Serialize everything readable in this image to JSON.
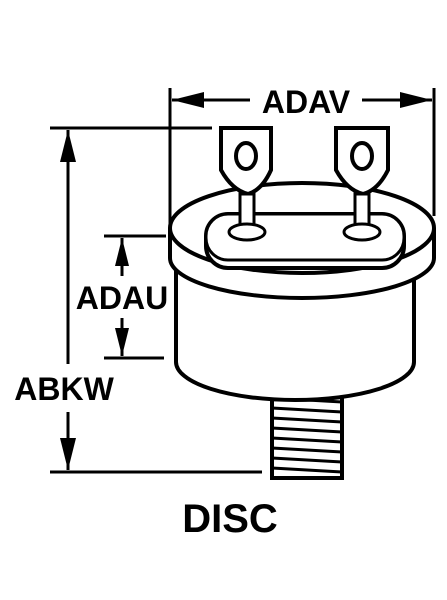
{
  "labels": {
    "width_dim": "ADAV",
    "body_height_dim": "ADAU",
    "overall_height_dim": "ABKW",
    "caption": "DISC"
  },
  "colors": {
    "ink": "#000000",
    "paper": "#ffffff"
  }
}
